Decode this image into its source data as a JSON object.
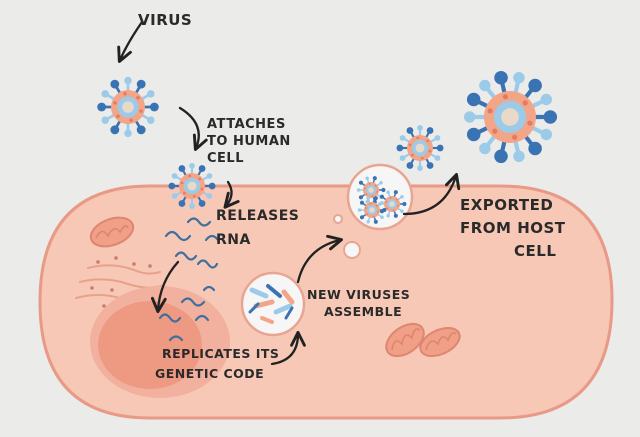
{
  "labels": {
    "virus": "VIRUS",
    "attaches": [
      "ATTACHES",
      "TO HUMAN",
      "CELL"
    ],
    "releases": [
      "RELEASES",
      "RNA"
    ],
    "replicates": [
      "REPLICATES ITS",
      "GENETIC CODE"
    ],
    "assemble": [
      "NEW VIRUSES",
      "ASSEMBLE"
    ],
    "exported": [
      "EXPORTED",
      "FROM HOST",
      "CELL"
    ]
  },
  "colors": {
    "background": "#ebebea",
    "cell_fill": "#f7c8b6",
    "cell_stroke": "#e89a86",
    "nucleus": "#ee9a82",
    "virus_core": "#f3a588",
    "spike_light": "#9ccbea",
    "spike_dark": "#3a73b3",
    "rna": "#3f6f9e",
    "vesicle": "#f6f6f6",
    "ink": "#2a2a2a"
  },
  "icons": [
    "virus-icon",
    "rna-strand-icon",
    "mitochondrion-icon",
    "vesicle-icon",
    "nucleus-icon",
    "arrow-icon"
  ]
}
